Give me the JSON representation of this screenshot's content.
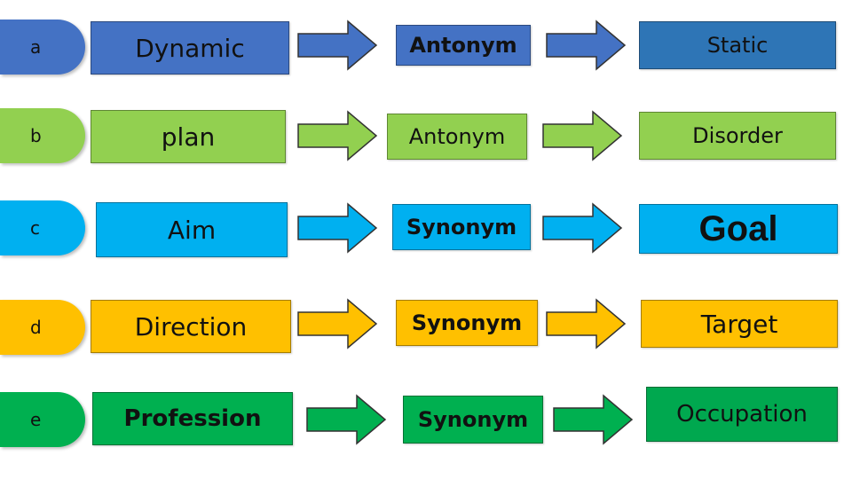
{
  "rows": [
    {
      "letter": "a",
      "word": "Dynamic",
      "relation": "Antonym",
      "result": "Static",
      "color": "#4472C4",
      "arrow_color": "#4472C4",
      "result_color": "#2E75B6",
      "text_color": "#111111"
    },
    {
      "letter": "b",
      "word": "plan",
      "relation": "Antonym",
      "result": "Disorder",
      "color": "#92D050",
      "arrow_color": "#92D050",
      "result_color": "#92D050",
      "text_color": "#111111"
    },
    {
      "letter": "c",
      "word": "Aim",
      "relation": "Synonym",
      "result": "Goal",
      "color": "#00B0F0",
      "arrow_color": "#00B0F0",
      "result_color": "#00B0F0",
      "text_color": "#111111"
    },
    {
      "letter": "d",
      "word": "Direction",
      "relation": "Synonym",
      "result": "Target",
      "color": "#FFC000",
      "arrow_color": "#FFC000",
      "result_color": "#FFC000",
      "text_color": "#111111"
    },
    {
      "letter": "e",
      "word": "Profession",
      "relation": "Synonym",
      "result": "Occupation",
      "color": "#00B050",
      "arrow_color": "#00B050",
      "result_color": "#00A84F",
      "text_color": "#111111"
    }
  ]
}
